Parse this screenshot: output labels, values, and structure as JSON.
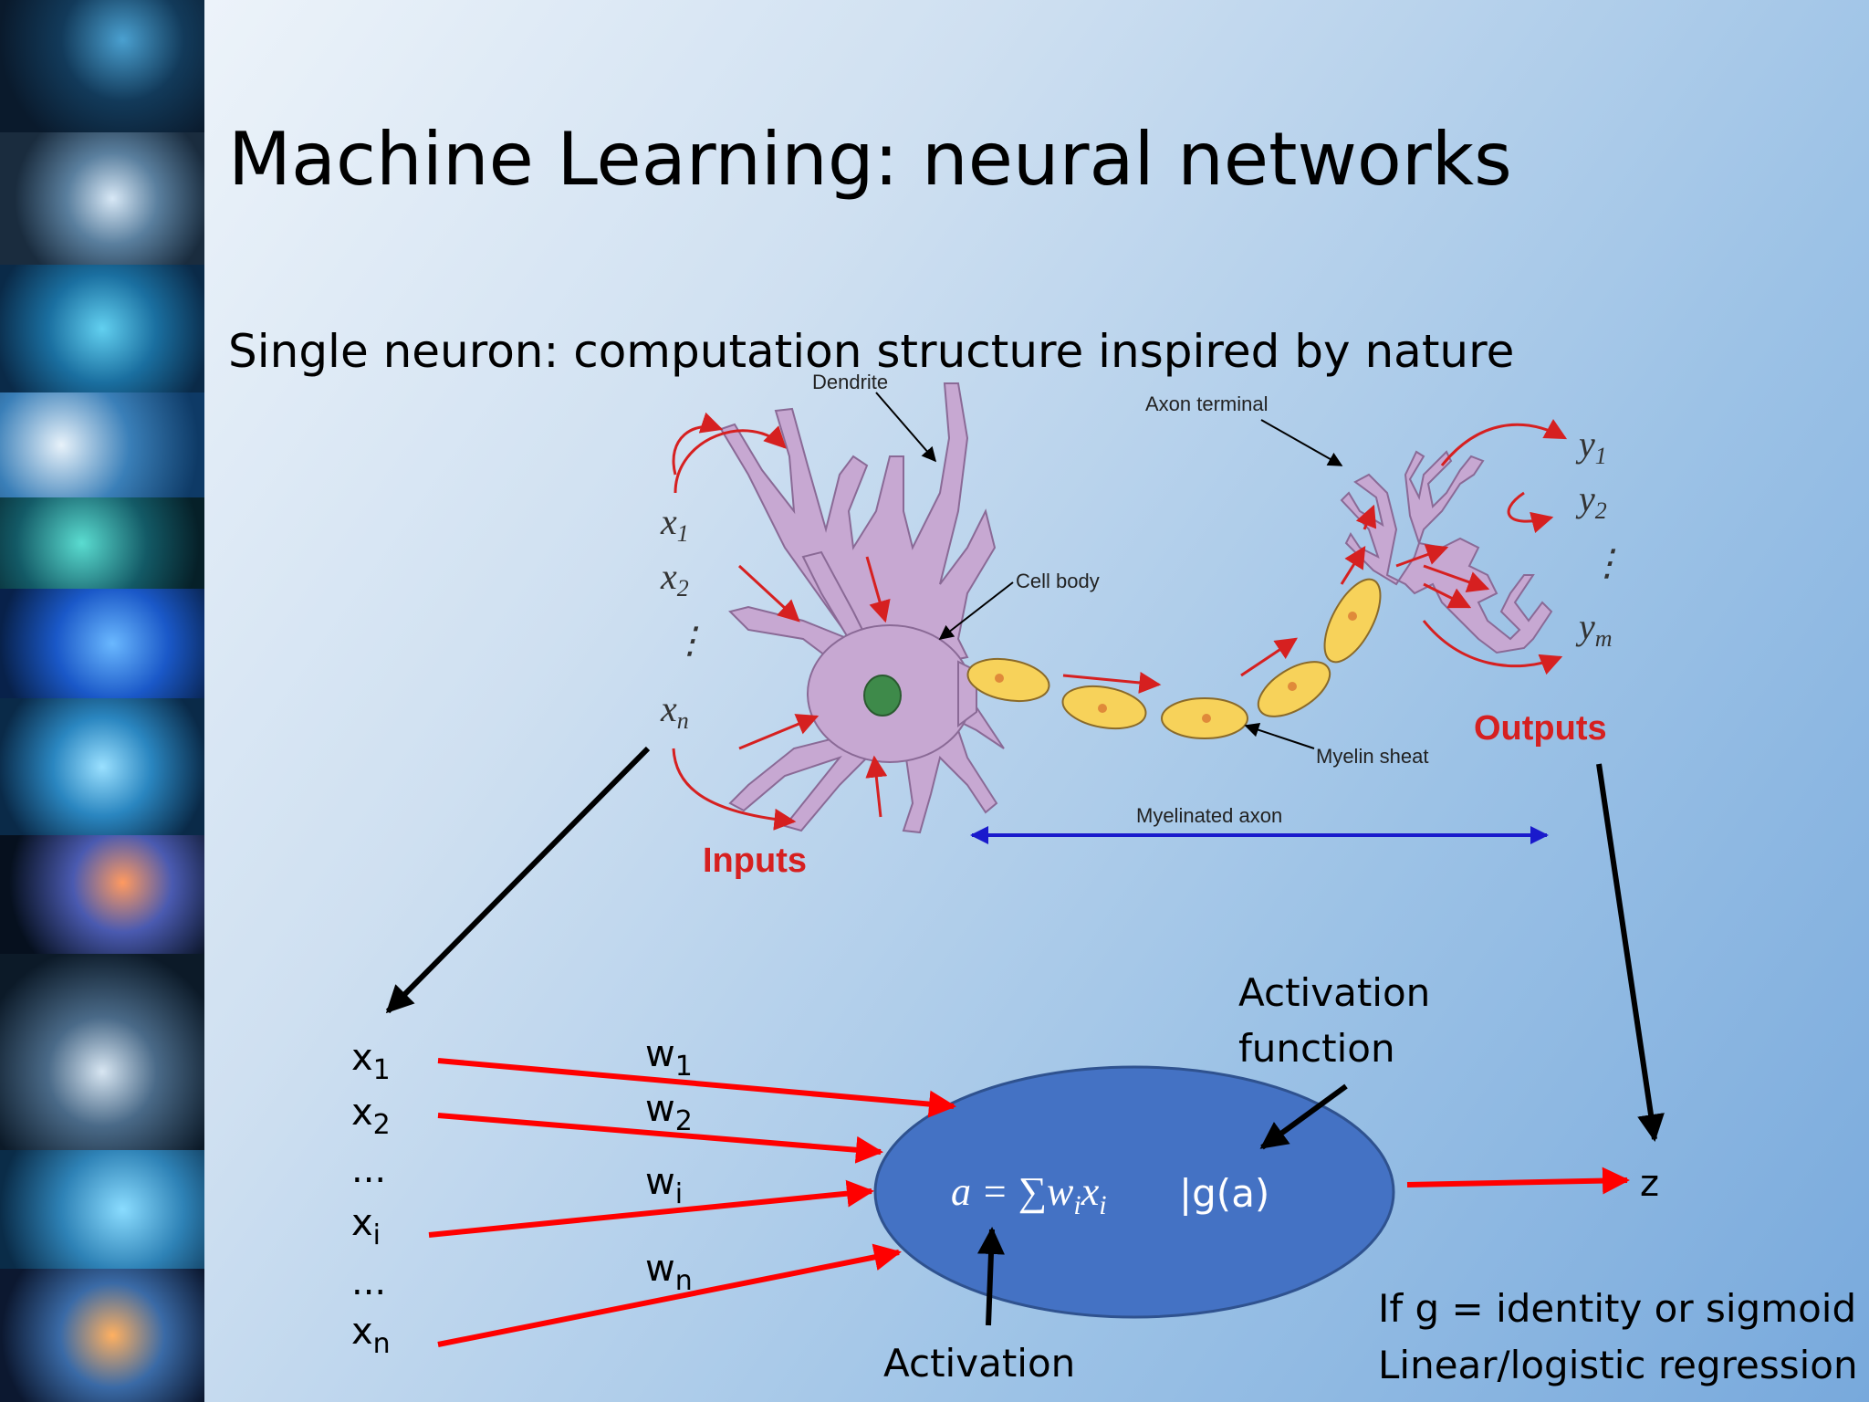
{
  "title": "Machine Learning: neural networks",
  "subtitle": "Single neuron: computation structure inspired by nature",
  "neuron_labels": {
    "dendrite": "Dendrite",
    "axon_terminal": "Axon terminal",
    "cell_body": "Cell body",
    "myelin_sheath": "Myelin sheat",
    "myelinated_axon": "Myelinated axon",
    "inputs": "Inputs",
    "outputs": "Outputs"
  },
  "bio_inputs": {
    "x": "x",
    "sub1": "1",
    "sub2": "2",
    "subn": "n"
  },
  "bio_outputs": {
    "y": "y",
    "sub1": "1",
    "sub2": "2",
    "subm": "m"
  },
  "dots": "⋮",
  "model": {
    "x": "x",
    "w": "w",
    "ellipsis": "...",
    "sub1": "1",
    "sub2": "2",
    "subi": "i",
    "subn": "n",
    "formula_a": "a = ∑w",
    "formula_x": "x",
    "formula_sub": "i",
    "formula_g": "|g(a)",
    "output": "z",
    "activation_function_line1": "Activation",
    "activation_function_line2": "function",
    "activation": "Activation",
    "note_line1": "If g = identity or sigmoid",
    "note_line2": "Linear/logistic regression"
  },
  "colors": {
    "input_arrows": "#ff0000",
    "ellipse_fill": "#4472c4",
    "axon_arrow": "#1a1acc",
    "neuron_body": "#c7a8d2",
    "myelin": "#f7d25a"
  }
}
